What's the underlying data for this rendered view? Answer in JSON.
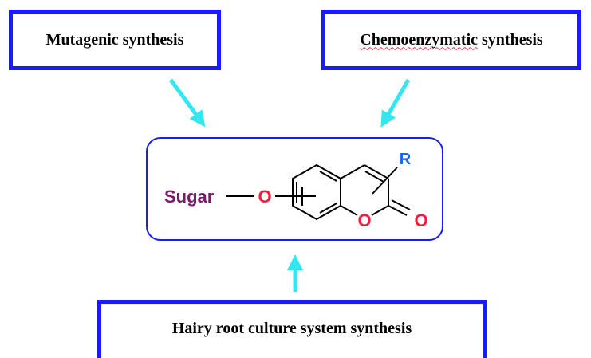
{
  "boxes": {
    "mutagenic": "Mutagenic synthesis",
    "chemo_prefix": "Chemoenzymatic",
    "chemo_suffix": " synthesis",
    "hairy": "Hairy root culture system synthesis"
  },
  "molecule": {
    "sugar": "Sugar",
    "oxygen_link": "O",
    "ring_oxygen": "O",
    "carbonyl_oxygen": "O",
    "substituent": "R"
  },
  "colors": {
    "box_border": "#1a1aff",
    "arrow": "#33e6f0",
    "sugar": "#7a1a6a",
    "oxygen": "#ff1a3c",
    "substituent": "#1a66e6"
  }
}
